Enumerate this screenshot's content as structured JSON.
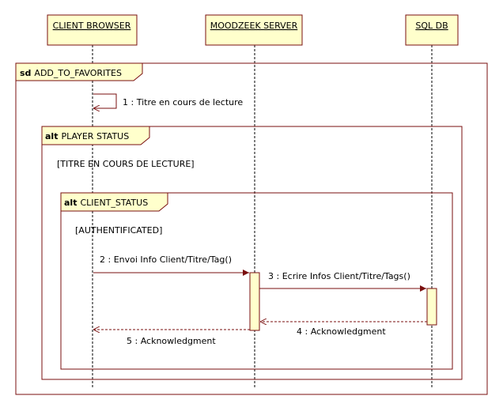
{
  "lifelines": {
    "client": "CLIENT BROWSER",
    "server": "MOODZEEK SERVER",
    "db": "SQL DB"
  },
  "fragments": {
    "sd": {
      "keyword": "sd",
      "name": "ADD_TO_FAVORITES"
    },
    "alt_player": {
      "keyword": "alt",
      "name": "PLAYER STATUS",
      "guard": "[TITRE EN COURS DE LECTURE]"
    },
    "alt_client": {
      "keyword": "alt",
      "name": "CLIENT_STATUS",
      "guard": "[AUTHENTIFICATED]"
    }
  },
  "messages": {
    "m1": "1 : Titre en cours de lecture",
    "m2": "2 : Envoi Info Client/Titre/Tag()",
    "m3": "3 : Ecrire Infos Client/Titre/Tags()",
    "m4": "4 : Acknowledgment",
    "m5": "5 : Acknowledgment"
  },
  "colors": {
    "border": "#7a0f0f",
    "fill": "#ffffcc"
  }
}
